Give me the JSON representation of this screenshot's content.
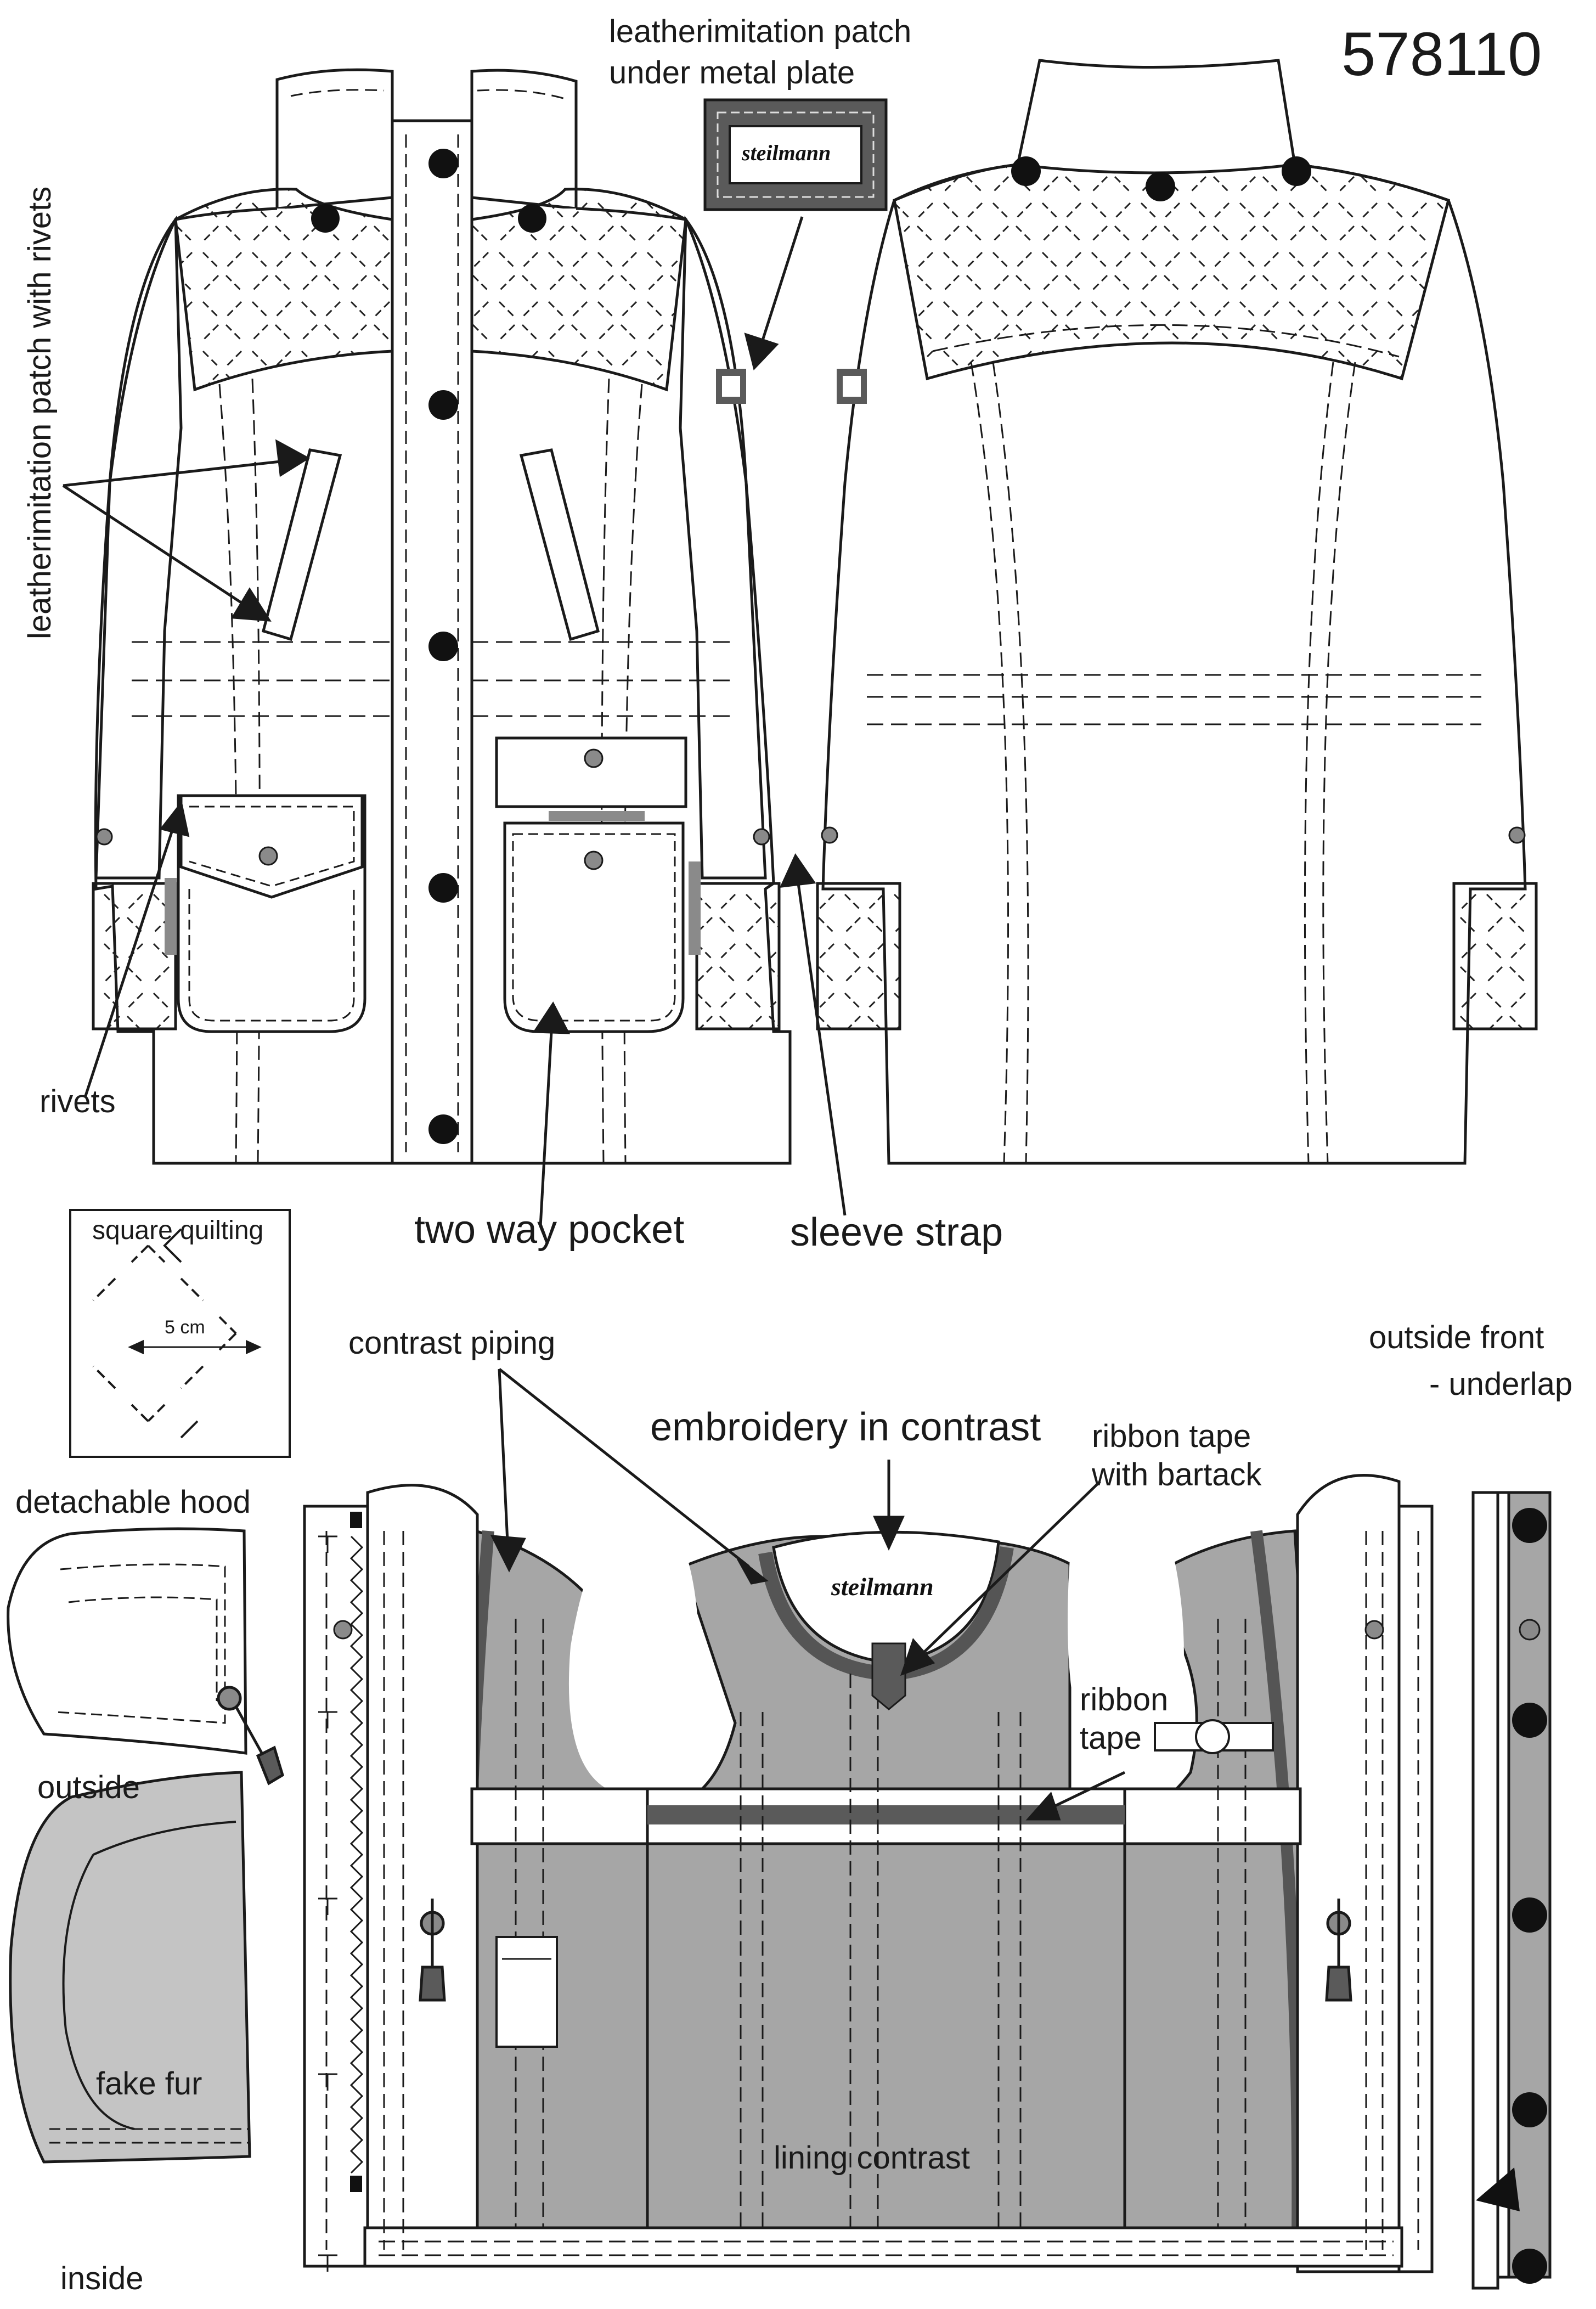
{
  "diagram": {
    "article_number": "578110",
    "labels": {
      "patch_metal_line1": "leatherimitation patch",
      "patch_metal_line2": "under metal plate",
      "patch_rivets": "leatherimitation patch with rivets",
      "rivets": "rivets",
      "two_way_pocket": "two way pocket",
      "sleeve_strap": "sleeve strap",
      "square_quilting": "square quilting",
      "quilting_measure": "5 cm",
      "contrast_piping": "contrast piping",
      "embroidery": "embroidery in contrast",
      "ribbon_bartack_line1": "ribbon tape",
      "ribbon_bartack_line2": "with bartack",
      "ribbon_tape_line1": "ribbon",
      "ribbon_tape_line2": "tape",
      "outside_front_line1": "outside front",
      "outside_front_line2": "- underlap",
      "detachable_hood": "detachable hood",
      "outside": "outside",
      "fake_fur": "fake fur",
      "inside": "inside",
      "lining_contrast": "lining contrast"
    },
    "brand_text": "steilmann",
    "colors": {
      "line": "#1a1a1a",
      "lining": "#a6a6a6",
      "piping": "#555555",
      "fur": "#c4c4c4",
      "patch_dark": "#5a5a5a",
      "button": "#111111",
      "rivet": "#8a8a8a"
    }
  }
}
